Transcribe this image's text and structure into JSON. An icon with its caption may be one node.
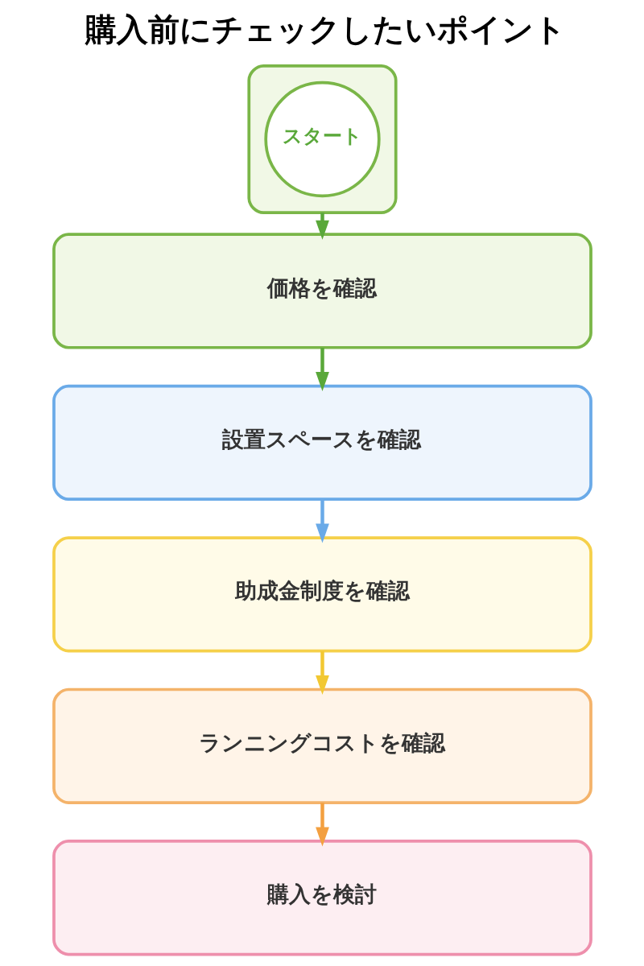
{
  "diagram": {
    "title": "購入前にチェックしたいポイント",
    "nodes": [
      {
        "text": [],
        "shape": "box"
      },
      {
        "text": [
          "スタート"
        ],
        "in": 0
      },
      {
        "text": [
          "価格を確認"
        ]
      },
      {
        "text": [
          "設置スペースを確認"
        ]
      },
      {
        "text": [
          "助成金制度を確認"
        ]
      },
      {
        "text": [
          "ランニングコストを確認"
        ]
      },
      {
        "text": [
          "購入を検討"
        ]
      }
    ],
    "edges": [
      {
        "from": 0,
        "to": 2,
        "arrow": "to"
      },
      {
        "from": 2,
        "to": 3,
        "arrow": "to"
      },
      {
        "from": 3,
        "to": 4,
        "arrow": "to",
        "color": "#6aaae8"
      },
      {
        "from": 4,
        "to": 5,
        "arrow": "to",
        "color": "#f2c832"
      },
      {
        "from": 5,
        "to": 6,
        "arrow": "to",
        "color": "#f3a040"
      }
    ]
  }
}
